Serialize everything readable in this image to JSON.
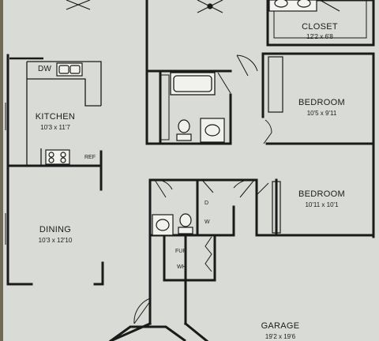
{
  "rooms": {
    "closet": {
      "name": "CLOSET",
      "dims": "12'2 x 6'8"
    },
    "kitchen": {
      "name": "KITCHEN",
      "dims": "10'3 x 11'7"
    },
    "bedroom1": {
      "name": "BEDROOM",
      "dims": "10'5 x 9'11"
    },
    "bedroom2": {
      "name": "BEDROOM",
      "dims": "10'11 x 10'1"
    },
    "dining": {
      "name": "DINING",
      "dims": "10'3 x 12'10"
    },
    "garage": {
      "name": "GARAGE",
      "dims": "19'2 x 19'6"
    }
  },
  "fixtures": {
    "dishwasher": "DW",
    "refrigerator": "REF",
    "dryer": "D",
    "washer": "W",
    "furnace": "FUR",
    "water_heater": "WH"
  },
  "colors": {
    "paper": "#d9dbd6",
    "wall": "#1a1a1a",
    "border": "#6f6a55"
  }
}
